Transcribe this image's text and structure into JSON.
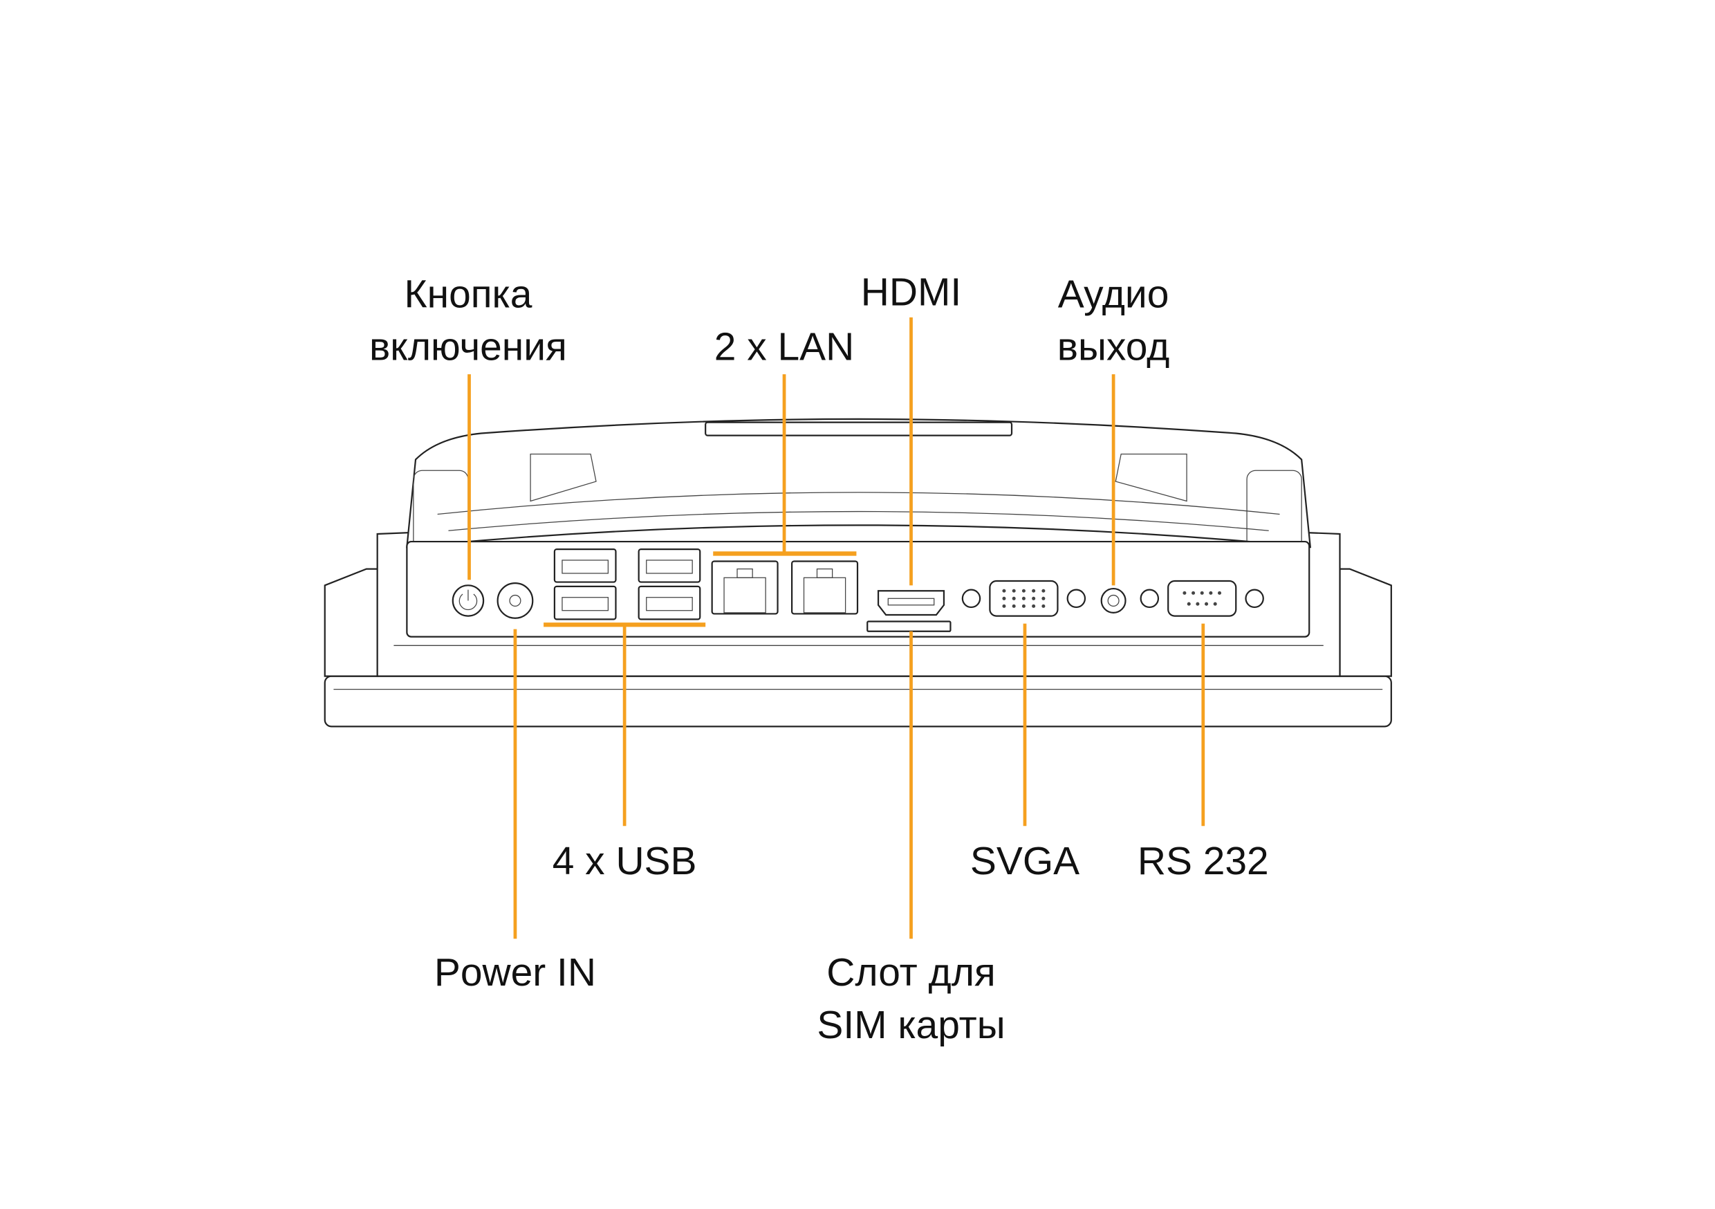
{
  "labels": {
    "power_button": [
      "Кнопка",
      "включения"
    ],
    "lan": "2 x LAN",
    "hdmi": "HDMI",
    "audio": [
      "Аудио",
      "выход"
    ],
    "usb": "4 x USB",
    "svga": "SVGA",
    "rs232": "RS 232",
    "power_in": "Power IN",
    "sim": [
      "Слот для",
      "SIM карты"
    ]
  },
  "colors": {
    "leader": "#f5a01f",
    "outline": "#222222",
    "text": "#111111"
  }
}
